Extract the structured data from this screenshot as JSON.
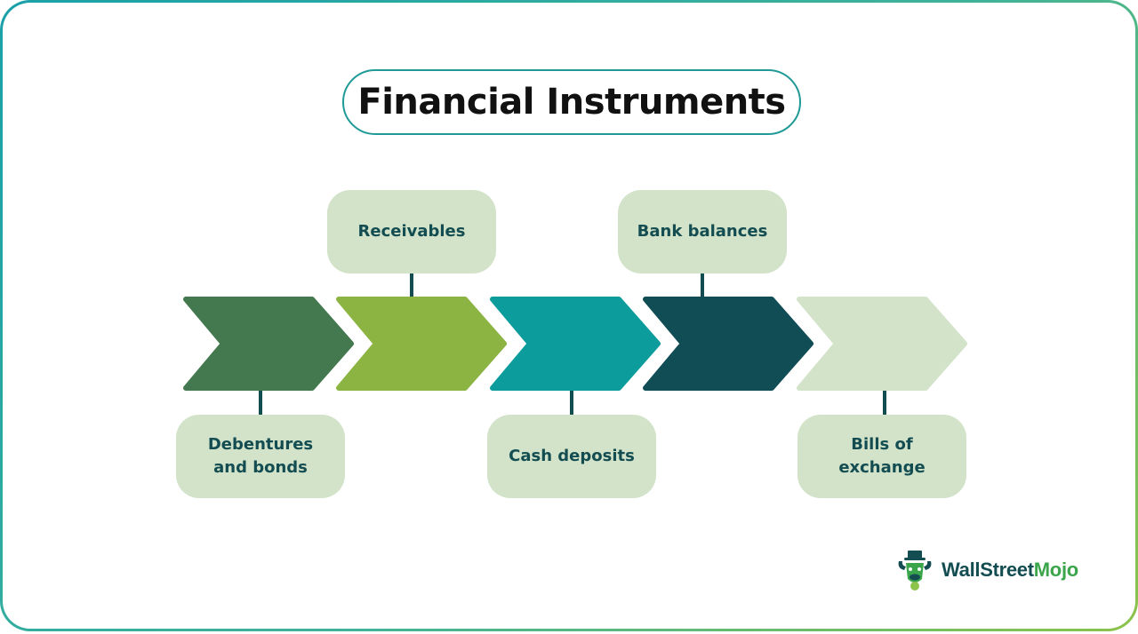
{
  "title": "Financial Instruments",
  "labels": {
    "receivables": "Receivables",
    "bank_balances": "Bank balances",
    "debentures": "Debentures and bonds",
    "cash_deposits": "Cash deposits",
    "bills": "Bills of exchange"
  },
  "brand": {
    "name_part1": "WallStreet",
    "name_part2": "Mojo"
  },
  "colors": {
    "chevron_1": "#44794f",
    "chevron_2": "#8cb443",
    "chevron_3": "#0c9c9c",
    "chevron_4": "#104d54",
    "chevron_5": "#d3e3c9",
    "label_bg": "#d3e3c9",
    "label_text": "#134d52",
    "connector": "#134d52",
    "title_border": "#1f9a97"
  }
}
